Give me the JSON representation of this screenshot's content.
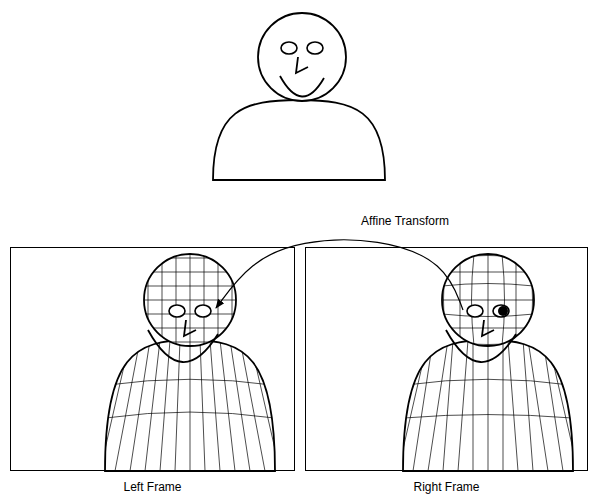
{
  "diagram": {
    "nodes": [
      {
        "text": [
          "Left Frame"
        ]
      },
      {
        "text": [
          "Right Frame"
        ]
      }
    ],
    "labels": [
      "Affine Transform"
    ]
  }
}
